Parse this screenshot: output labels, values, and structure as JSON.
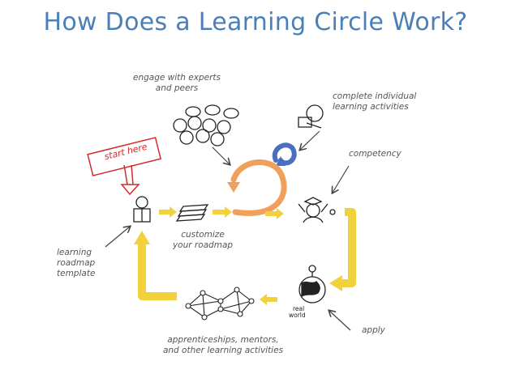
{
  "title": "How Does a Learning Circle Work?",
  "labels": {
    "engage": "engage with experts\nand peers",
    "complete": "complete individual\nlearning activities",
    "competency": "competency",
    "start": "start here",
    "customize": "customize\nyour roadmap",
    "template": "learning\nroadmap\ntemplate",
    "apply": "apply",
    "apprenticeships": "apprenticeships, mentors,\nand other learning activities",
    "real_world": "real\nworld"
  },
  "colors": {
    "title": "#4a7fb8",
    "yellow_arrow": "#f2d23c",
    "orange_loop": "#f0a05a",
    "blue_loop": "#4a6fc1",
    "start_red": "#d22b2b"
  }
}
